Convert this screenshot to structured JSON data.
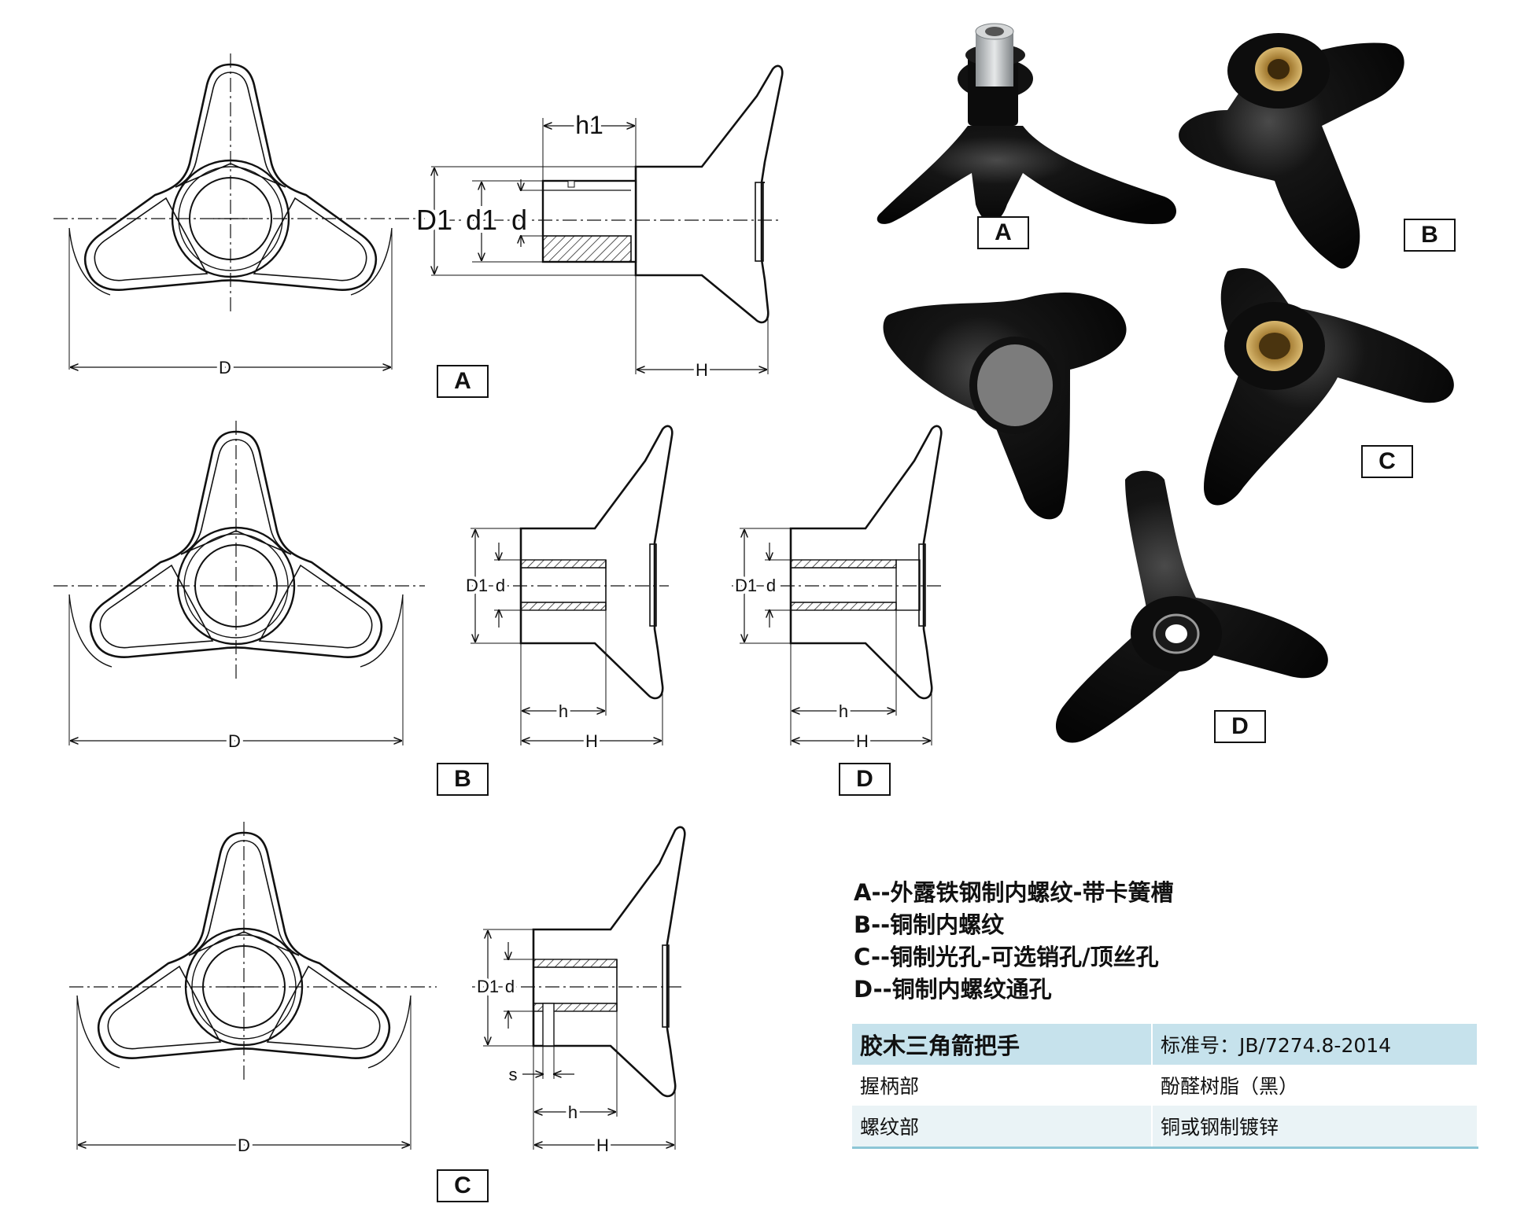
{
  "dimension_labels": {
    "D": "D",
    "H": "H",
    "h": "h",
    "h1": "h1",
    "D1": "D1",
    "d1": "d1",
    "d": "d",
    "s": "s"
  },
  "variant_labels": {
    "a": "A",
    "b": "B",
    "c": "C",
    "d": "D"
  },
  "descriptions": [
    "A--外露铁钢制内螺纹-带卡簧槽",
    "B--铜制内螺纹",
    "C--铜制光孔-可选销孔/顶丝孔",
    "D--铜制内螺纹通孔"
  ],
  "spec_table": {
    "header": {
      "name": "胶木三角箭把手",
      "standard": "标准号：JB/7274.8-2014"
    },
    "rows": [
      {
        "part": "握柄部",
        "material": "酚醛树脂（黑）"
      },
      {
        "part": "螺纹部",
        "material": "铜或钢制镀锌"
      }
    ]
  },
  "colors": {
    "line": "#111111",
    "knob": "#0b0b0b",
    "brass": "#c9a14a",
    "steel": "#b8bcbf",
    "table_header": "#c6e2ec",
    "table_stripe": "#eaf3f6",
    "table_rule": "#8cc6d6"
  }
}
